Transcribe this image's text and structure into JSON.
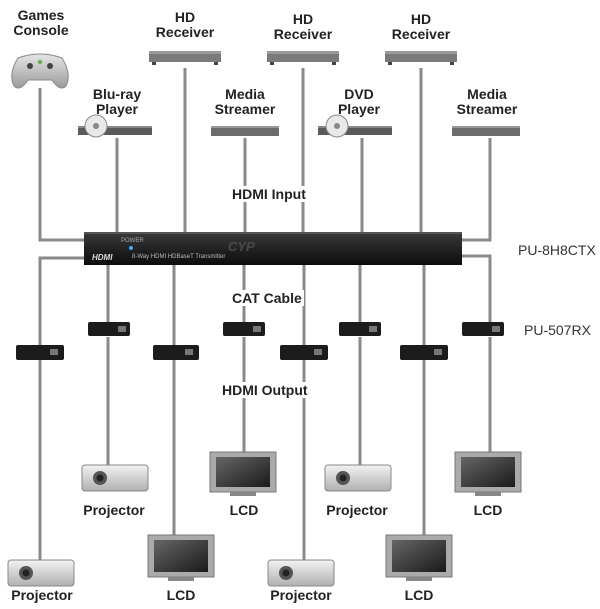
{
  "sources": {
    "games_console": "Games\nConsole",
    "hd_receiver_1": "HD\nReceiver",
    "hd_receiver_2": "HD\nReceiver",
    "hd_receiver_3": "HD\nReceiver",
    "bluray": "Blu-ray\nPlayer",
    "media_streamer_1": "Media\nStreamer",
    "dvd": "DVD\nPlayer",
    "media_streamer_2": "Media\nStreamer"
  },
  "labels": {
    "hdmi_input": "HDMI Input",
    "cat_cable": "CAT Cable",
    "hdmi_output": "HDMI Output",
    "transmitter_model": "PU-8H8CTX",
    "receiver_model": "PU-507RX"
  },
  "transmitter": {
    "logo": "CYP",
    "hdmi_logo": "HDMI",
    "power": "POWER",
    "description": "8-Way HDMI HDBaseT Transmitter"
  },
  "displays": {
    "projector_1": "Projector",
    "lcd_1": "LCD",
    "projector_2": "Projector",
    "lcd_2": "LCD",
    "projector_3": "Projector",
    "lcd_3": "LCD",
    "projector_4": "Projector",
    "lcd_4": "LCD"
  },
  "colors": {
    "cable": "#8a8a8a",
    "device_dark": "#1c1c1c",
    "device_silver": "#b8b8b8"
  }
}
